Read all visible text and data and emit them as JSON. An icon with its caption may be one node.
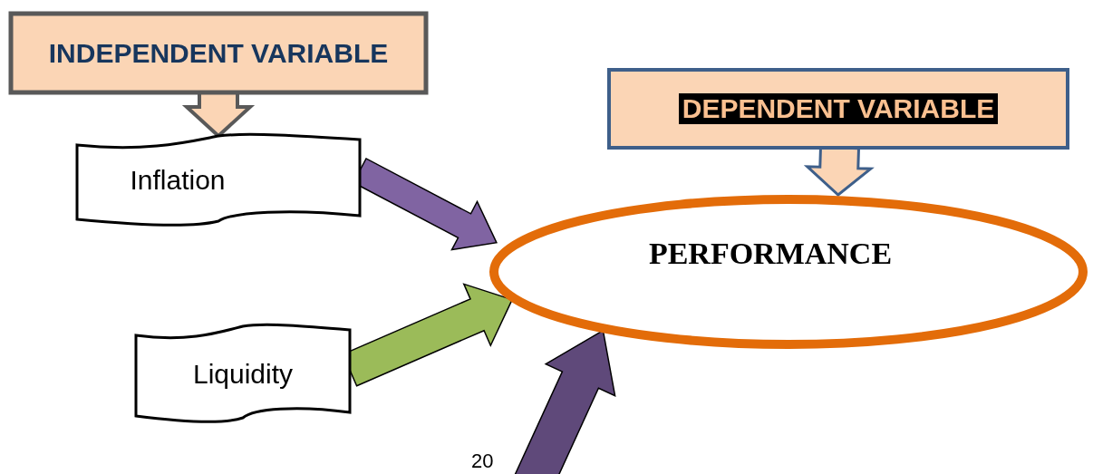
{
  "diagram": {
    "nodes": [
      {
        "text": [
          "INDEPENDENT VARIABLE"
        ]
      },
      {
        "text": [
          "Inflation"
        ]
      },
      {
        "text": [
          "Liquidity"
        ]
      },
      {
        "text": [
          "DEPENDENT VARIABLE"
        ]
      },
      {
        "text": [
          "PERFORMANCE"
        ]
      }
    ],
    "edges": [
      {
        "from": 0,
        "to": 1,
        "arrow": "to",
        "color": "#fbd5b5"
      },
      {
        "from": 3,
        "to": 4,
        "arrow": "to",
        "color": "#fbd5b5"
      },
      {
        "from": 1,
        "to": 4,
        "arrow": "to",
        "color": "#8064a2"
      },
      {
        "from": 2,
        "to": 4,
        "arrow": "to",
        "color": "#9bbb59"
      },
      {
        "from": null,
        "to": 4,
        "arrow": "to",
        "color": "#5f497a"
      }
    ],
    "labels": [
      "20"
    ]
  }
}
